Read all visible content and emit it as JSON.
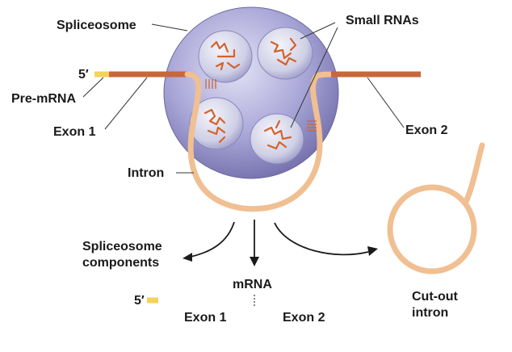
{
  "labels": {
    "spliceosome": "Spliceosome",
    "small_rnas": "Small RNAs",
    "five_prime_top": "5′",
    "pre_mrna": "Pre-mRNA",
    "exon1_top": "Exon 1",
    "exon2_top": "Exon 2",
    "intron": "Intron",
    "components_line1": "Spliceosome",
    "components_line2": "components",
    "mrna": "mRNA",
    "five_prime_bottom": "5′",
    "exon1_bottom": "Exon 1",
    "exon2_bottom": "Exon 2",
    "cutout_line1": "Cut-out",
    "cutout_line2": "intron"
  },
  "colors": {
    "exon": "#c8663c",
    "intron": "#f0bf92",
    "five_prime_cap": "#f3d35a",
    "spliceosome": "#a9a6d6",
    "small_rna_particle": "#d2d2ea",
    "small_rna_strand": "#d4622b",
    "text": "#1a1a1a"
  }
}
